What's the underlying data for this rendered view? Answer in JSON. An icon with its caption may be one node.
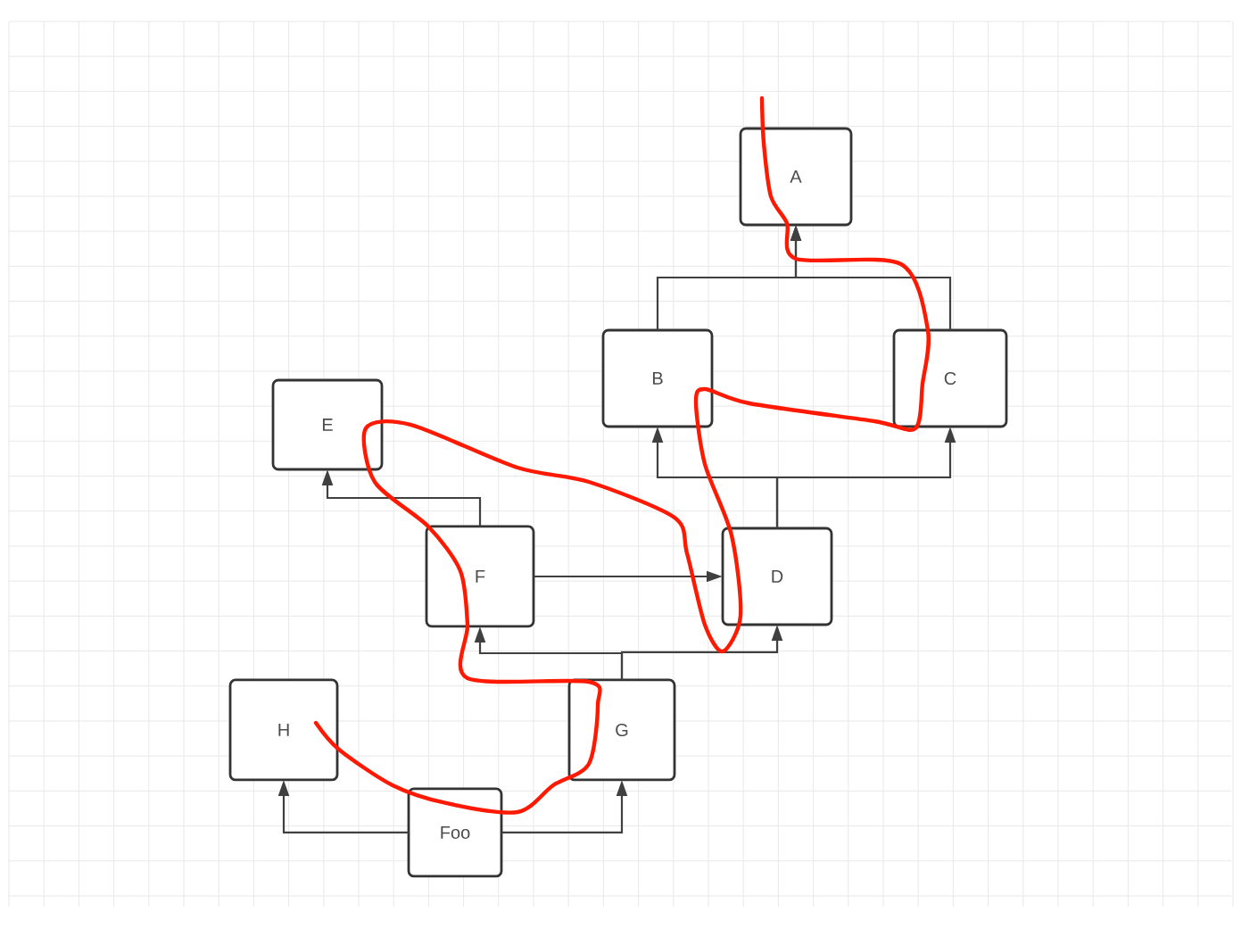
{
  "diagram": {
    "nodes": [
      {
        "text": [
          "A"
        ]
      },
      {
        "text": [
          "B"
        ]
      },
      {
        "text": [
          "C"
        ]
      },
      {
        "text": [
          "E"
        ]
      },
      {
        "text": [
          "F"
        ]
      },
      {
        "text": [
          "D"
        ]
      },
      {
        "text": [
          "H"
        ]
      },
      {
        "text": [
          "G"
        ]
      },
      {
        "text": [
          "Foo"
        ]
      }
    ],
    "edges": [
      {
        "from": 1,
        "to": 0,
        "arrow": "to"
      },
      {
        "from": 2,
        "to": 0,
        "arrow": "to"
      },
      {
        "from": 5,
        "to": 1,
        "arrow": "to"
      },
      {
        "from": 5,
        "to": 2,
        "arrow": "to"
      },
      {
        "from": 4,
        "to": 3,
        "arrow": "to"
      },
      {
        "from": 4,
        "to": 5,
        "arrow": "to"
      },
      {
        "from": 7,
        "to": 4,
        "arrow": "to"
      },
      {
        "from": 7,
        "to": 5,
        "arrow": "to"
      },
      {
        "from": 8,
        "to": 6,
        "arrow": "to"
      },
      {
        "from": 8,
        "to": 7,
        "arrow": "to"
      }
    ]
  }
}
